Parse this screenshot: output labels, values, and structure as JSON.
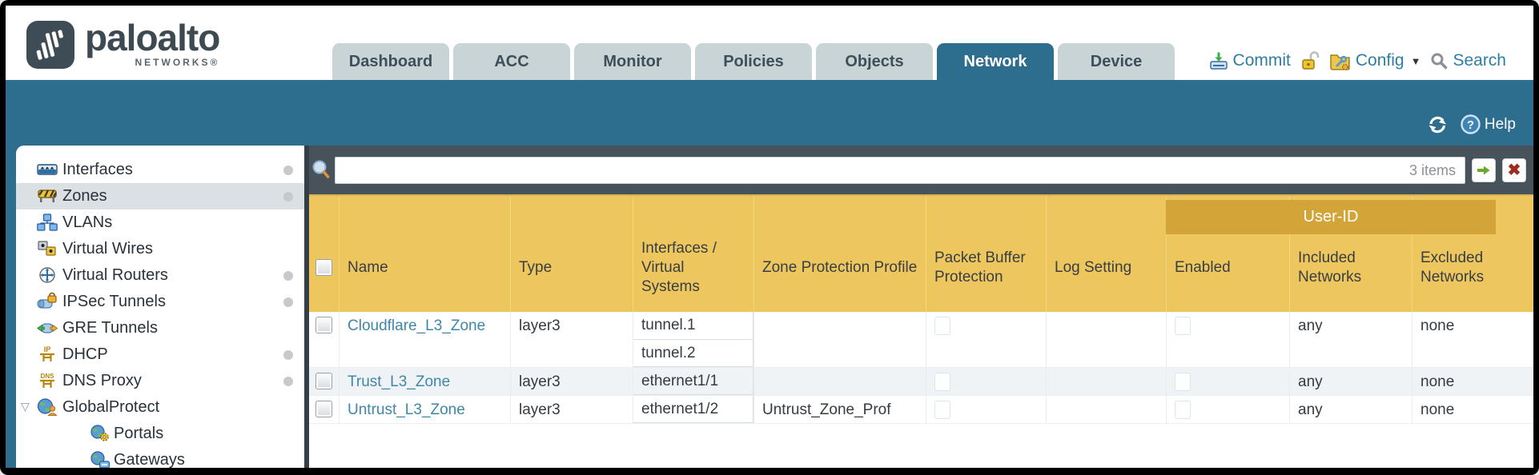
{
  "brand": {
    "name": "paloalto",
    "subtitle": "NETWORKS®"
  },
  "tabs": [
    {
      "label": "Dashboard"
    },
    {
      "label": "ACC"
    },
    {
      "label": "Monitor"
    },
    {
      "label": "Policies"
    },
    {
      "label": "Objects"
    },
    {
      "label": "Network"
    },
    {
      "label": "Device"
    }
  ],
  "quickbar": {
    "commit": "Commit",
    "config": "Config",
    "search": "Search"
  },
  "banner": {
    "help": "Help"
  },
  "toolbar": {
    "count": "3 items"
  },
  "sidebar": {
    "items": [
      {
        "label": "Interfaces"
      },
      {
        "label": "Zones"
      },
      {
        "label": "VLANs"
      },
      {
        "label": "Virtual Wires"
      },
      {
        "label": "Virtual Routers"
      },
      {
        "label": "IPSec Tunnels"
      },
      {
        "label": "GRE Tunnels"
      },
      {
        "label": "DHCP"
      },
      {
        "label": "DNS Proxy"
      },
      {
        "label": "GlobalProtect"
      },
      {
        "label": "Portals"
      },
      {
        "label": "Gateways"
      }
    ]
  },
  "table": {
    "group_header": "User-ID",
    "columns": [
      "Name",
      "Type",
      "Interfaces / Virtual Systems",
      "Zone Protection Profile",
      "Packet Buffer Protection",
      "Log Setting",
      "Enabled",
      "Included Networks",
      "Excluded Networks"
    ],
    "rows": [
      {
        "name": "Cloudflare_L3_Zone",
        "type": "layer3",
        "interfaces": [
          "tunnel.1",
          "tunnel.2"
        ],
        "zone_protection_profile": "",
        "included_networks": "any",
        "excluded_networks": "none"
      },
      {
        "name": "Trust_L3_Zone",
        "type": "layer3",
        "interfaces": [
          "ethernet1/1"
        ],
        "zone_protection_profile": "",
        "included_networks": "any",
        "excluded_networks": "none"
      },
      {
        "name": "Untrust_L3_Zone",
        "type": "layer3",
        "interfaces": [
          "ethernet1/2"
        ],
        "zone_protection_profile": "Untrust_Zone_Prof",
        "included_networks": "any",
        "excluded_networks": "none"
      }
    ]
  },
  "colors": {
    "teal": "#2d6d8e",
    "toolbar_slate": "#47525a",
    "header_gold": "#eec65e",
    "header_gold_dark": "#d3a438",
    "link_blue": "#3e87a8",
    "tab_gray": "#c9d4d7",
    "quicklink_blue": "#2e7ea0"
  }
}
